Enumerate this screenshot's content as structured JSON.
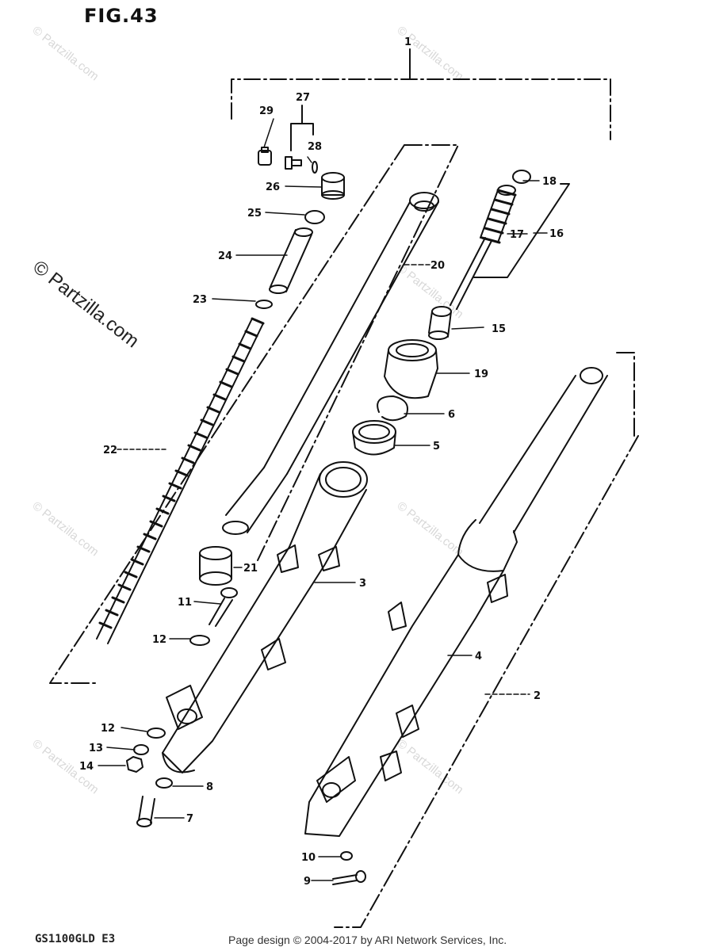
{
  "figure": {
    "title": "FIG.43",
    "model_code": "GS1100GLD E3",
    "footer": "Page design © 2004-2017 by ARI Network Services, Inc."
  },
  "watermark": {
    "text": "© Partzilla.com"
  },
  "callouts": [
    "1",
    "2",
    "3",
    "4",
    "5",
    "6",
    "7",
    "8",
    "9",
    "10",
    "11",
    "12",
    "12",
    "13",
    "14",
    "15",
    "16",
    "17",
    "18",
    "19",
    "20",
    "21",
    "22",
    "23",
    "24",
    "25",
    "26",
    "27",
    "28",
    "29"
  ]
}
